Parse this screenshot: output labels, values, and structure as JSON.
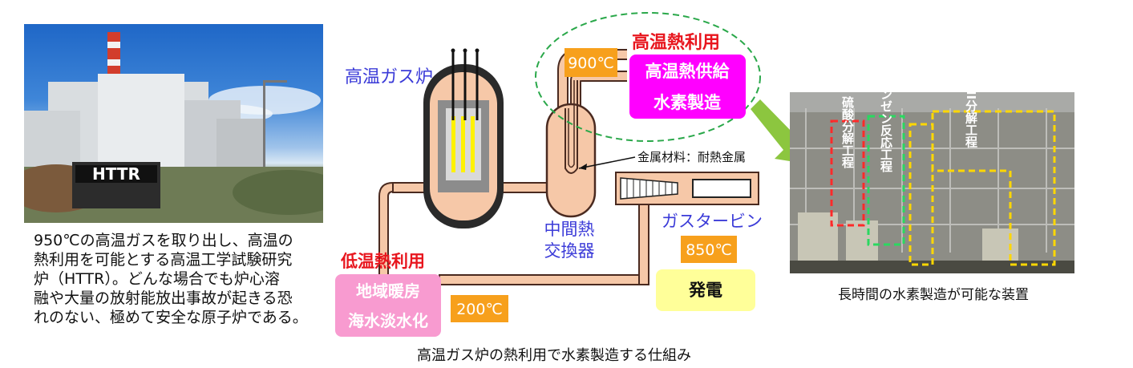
{
  "left_photo": {
    "sign_text": "HTTR"
  },
  "left_caption": {
    "lines": [
      "950℃の高温ガスを取り出し、高温の",
      "熱利用を可能とする高温工学試験研究",
      "炉（HTTR）。どんな場合でも炉心溶",
      "融や大量の放射能放出事故が起きる恐",
      "れのない、極めて安全な原子炉である。"
    ]
  },
  "diagram": {
    "reactor_label": "高温ガス炉",
    "high_temp_use_title": "高温熱利用",
    "high_temp_items": [
      "高温熱供給",
      "水素製造"
    ],
    "temp_900": "900℃",
    "metal_note": "金属材料：耐熱金属",
    "gas_turbine_label": "ガスタービン",
    "temp_850": "850℃",
    "power_label": "発電",
    "hx_label_lines": [
      "中間熱",
      "交換器"
    ],
    "low_temp_use_title": "低温熱利用",
    "low_temp_items": [
      "地域暖房",
      "海水淡水化"
    ],
    "temp_200": "200℃",
    "colors": {
      "pipe": "#f6c8a8",
      "red_title": "#e8161e",
      "blue_label": "#3b3bd8",
      "magenta_box": "#ff00ff",
      "pink_box": "#f89bd0",
      "orange_badge": "#f7a01c",
      "yellow_box": "#ffff99",
      "dashed_oval": "#2aa84a",
      "arrow_green": "#8cc63f"
    }
  },
  "diagram_caption": "高温ガス炉の熱利用で水素製造する仕組み",
  "right_photo": {
    "process_labels": [
      "硫酸分解工程",
      "ブンゼン反応工程",
      "HI分解工程"
    ]
  },
  "right_caption": "長時間の水素製造が可能な装置"
}
